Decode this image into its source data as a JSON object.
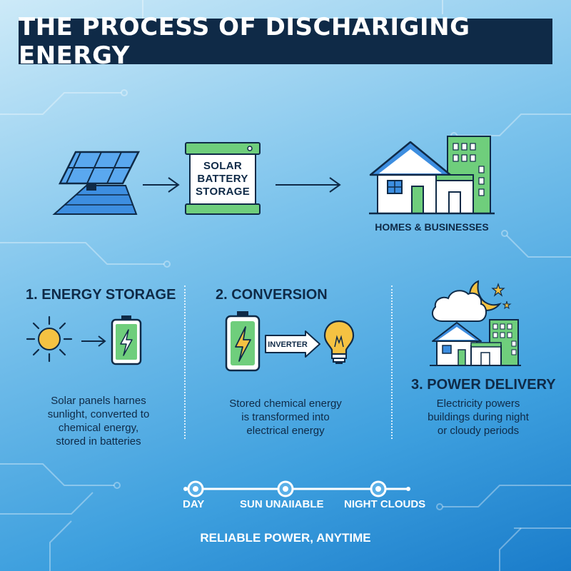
{
  "header": {
    "title": "THE PROCESS OF DISCHARIGING ENERGY"
  },
  "flow": {
    "battery_label_lines": [
      "SOLAR",
      "BATTERY",
      "STORAGE"
    ],
    "homes_caption": "HOMES & BUSINESSES"
  },
  "steps": [
    {
      "heading": "1. ENERGY STORAGE",
      "description": [
        "Solar panels harnes",
        "sunlight, converted to",
        "chemical energy,",
        "stored in batteries"
      ]
    },
    {
      "heading": "2. CONVERSION",
      "inverter_label": "INVERTER",
      "description": [
        "Stored chemical energy",
        "is transformed into",
        "electrical energy"
      ]
    },
    {
      "heading": "3. POWER DELIVERY",
      "description": [
        "Electricity powers",
        "buildings during night",
        "or cloudy periods"
      ]
    }
  ],
  "timeline": {
    "labels": [
      "DAY",
      "SUN UNAIIABLE",
      "NIGHT CLOUDS"
    ]
  },
  "tagline": "RELIABLE POWER, ANYTIME",
  "colors": {
    "navy": "#0f2a47",
    "green": "#6fce7c",
    "green_dark": "#2f9e4a",
    "solar_blue": "#3d8ee0",
    "sun_yellow": "#f5c242",
    "white": "#ffffff"
  }
}
